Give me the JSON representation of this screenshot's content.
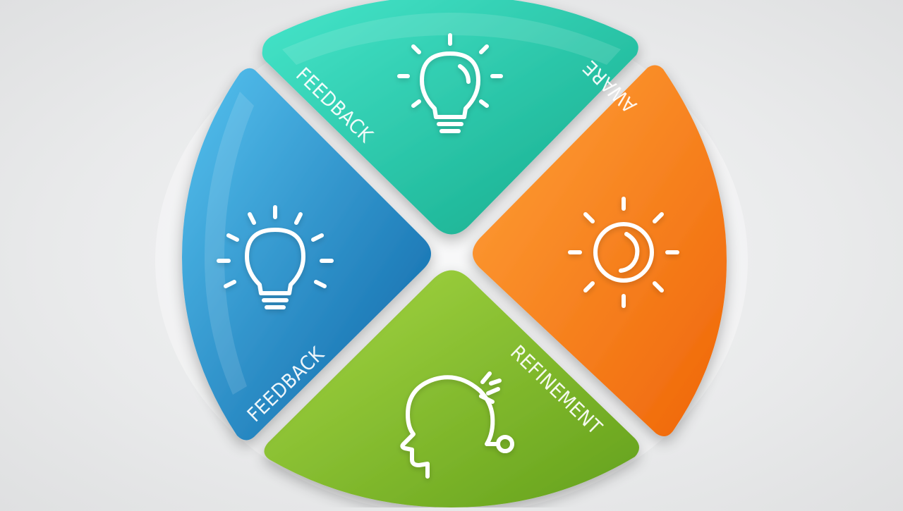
{
  "diagram": {
    "segments": [
      {
        "id": "top",
        "label": "FEEDBACK",
        "icon": "lightbulb-icon",
        "color_start": "#3fe3c6",
        "color_end": "#17b08f"
      },
      {
        "id": "right",
        "label": "AWARE",
        "icon": "sun-icon",
        "color_start": "#ff9a2e",
        "color_end": "#f36d0b"
      },
      {
        "id": "bottom",
        "label": "REFINEMENT",
        "icon": "head-icon",
        "color_start": "#9ed03c",
        "color_end": "#6aa51f"
      },
      {
        "id": "left",
        "label": "FEEDBACK",
        "icon": "lightbulb-icon",
        "color_start": "#4ab6e8",
        "color_end": "#0f6fae"
      }
    ]
  }
}
